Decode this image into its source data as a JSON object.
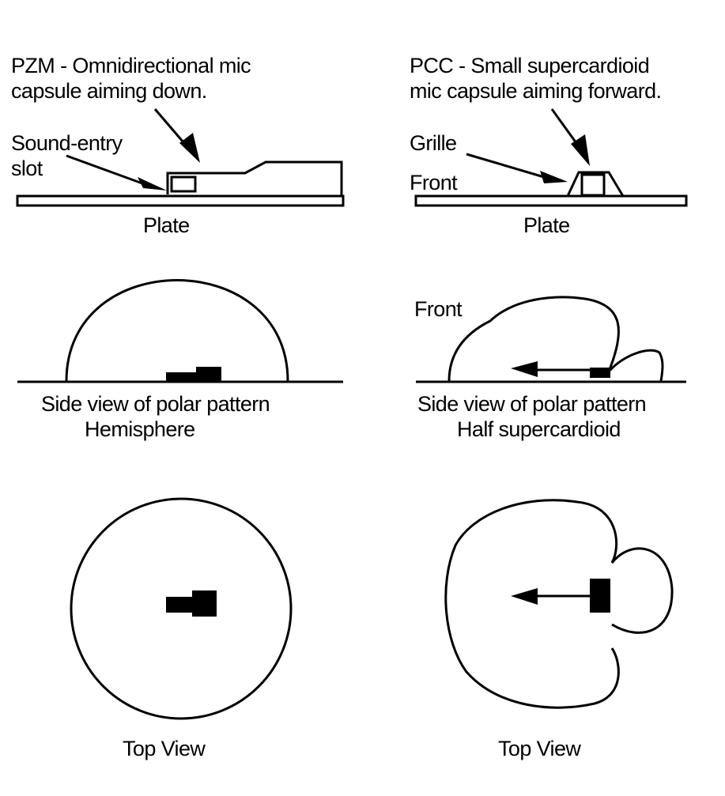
{
  "labels": {
    "pzm_line1": "PZM - Omnidirectional mic",
    "pzm_line2": "capsule aiming down.",
    "sound_entry_line1": "Sound-entry",
    "sound_entry_line2": "slot",
    "plate_left": "Plate",
    "pcc_line1": "PCC - Small supercardioid",
    "pcc_line2": "mic capsule aiming forward.",
    "grille": "Grille",
    "front_top": "Front",
    "plate_right": "Plate",
    "side_left_line1": "Side view of polar pattern",
    "side_left_line2": "Hemisphere",
    "front_polar": "Front",
    "side_right_line1": "Side view of polar pattern",
    "side_right_line2": "Half supercardioid",
    "top_view_left": "Top View",
    "top_view_right": "Top View"
  }
}
